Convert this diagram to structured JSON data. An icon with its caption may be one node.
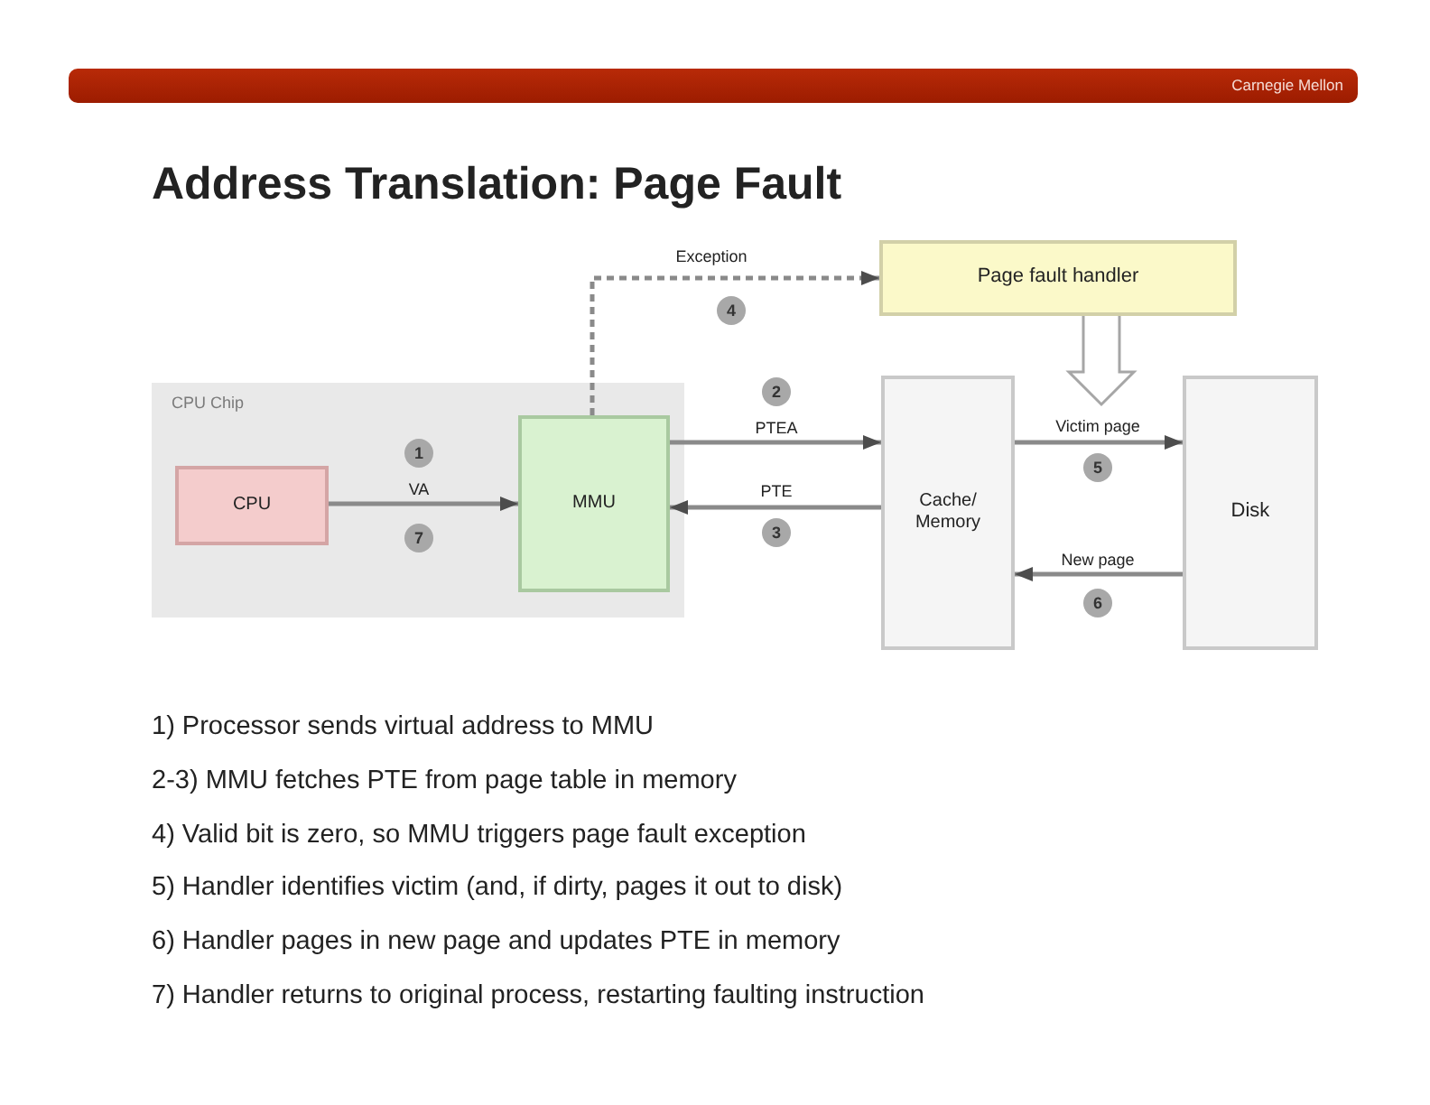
{
  "diagram": {
    "title": "Address Translation: Page Fault",
    "nodes": [
      {
        "text": [
          "CPU Chip"
        ]
      },
      {
        "text": [
          "CPU"
        ],
        "in": 0
      },
      {
        "text": [
          "MMU"
        ],
        "in": 0
      },
      {
        "text": [
          "Page fault handler"
        ]
      },
      {
        "text": [
          "Cache/ Memory"
        ]
      },
      {
        "text": [
          "Disk"
        ]
      }
    ],
    "edges": [
      {
        "from": 1,
        "to": 2,
        "arrow": "to",
        "label": "VA"
      },
      {
        "from": 2,
        "to": 4,
        "arrow": "to",
        "label": "PTEA"
      },
      {
        "from": 4,
        "to": 2,
        "arrow": "to",
        "label": "PTE"
      },
      {
        "from": 2,
        "to": 3,
        "arrow": "to",
        "label": "Exception",
        "style": "dashed"
      },
      {
        "from": 4,
        "to": 5,
        "arrow": "to",
        "label": "Victim page"
      },
      {
        "from": 5,
        "to": 4,
        "arrow": "to",
        "label": "New page"
      }
    ],
    "labels": [
      "Carnegie Mellon",
      "4",
      "2",
      "1",
      "5",
      "3",
      "7",
      "6",
      "1) Processor sends virtual address to MMU",
      "2-3) MMU fetches PTE from page table in memory",
      "4) Valid bit is zero, so MMU triggers page fault exception",
      "5) Handler identifies victim (and, if dirty, pages it out to disk)",
      "6) Handler pages in new page and updates PTE in memory",
      "7) Handler returns to original process, restarting faulting instruction"
    ]
  }
}
